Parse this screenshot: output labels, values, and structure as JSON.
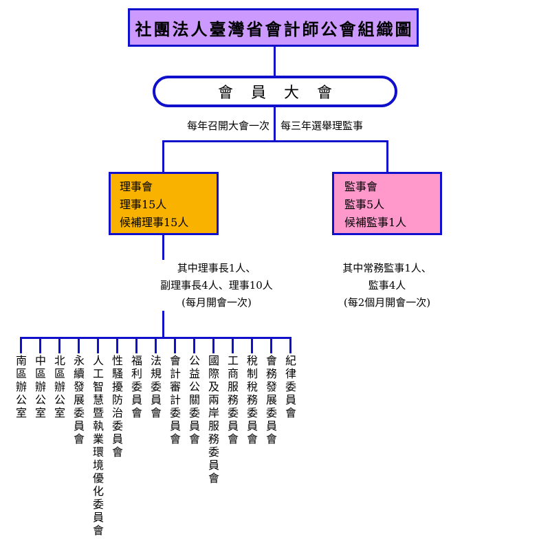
{
  "title": "社團法人臺灣省會計師公會組織圖",
  "assembly": {
    "label": "會員大會",
    "left_note": "每年召開大會一次",
    "right_note": "每三年選舉理監事"
  },
  "directors": {
    "lines": [
      "理事會",
      "理事15人",
      "候補理事15人"
    ],
    "note_lines": [
      "其中理事長1人、",
      "副理事長4人、理事10人",
      "(每月開會一次)"
    ]
  },
  "supervisors": {
    "lines": [
      "監事會",
      "監事5人",
      "候補監事1人"
    ],
    "note_lines": [
      "其中常務監事1人、",
      "監事4人",
      "(每2個月開會一次)"
    ]
  },
  "units": [
    "南區辦公室",
    "中區辦公室",
    "北區辦公室",
    "永續發展委員會",
    "人工智慧暨執業環境優化委員會",
    "性騷擾防治委員會",
    "福利委員會",
    "法規委員會",
    "會計審計委員會",
    "公益公關委員會",
    "國際及兩岸服務委員會",
    "工商服務委員會",
    "稅制稅務委員會",
    "會務發展委員會",
    "紀律委員會"
  ],
  "colors": {
    "line": "#1010CC",
    "title_fill": "#CC99FF",
    "directors_fill": "#F9B200",
    "supervisors_fill": "#FF99CC",
    "text": "#000000"
  }
}
